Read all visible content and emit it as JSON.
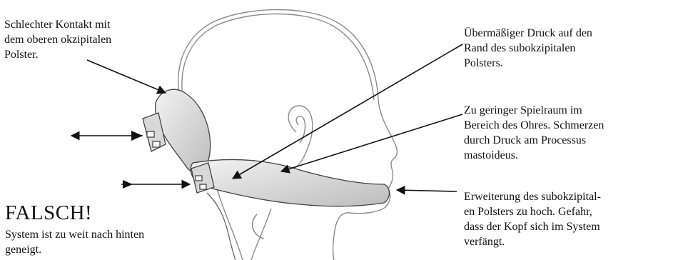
{
  "labels": {
    "poor_contact": [
      "Schlechter Kontakt mit",
      "dem oberen okzipitalen",
      "Polster."
    ],
    "pressure": [
      "Übermäßiger Druck auf den",
      "Rand des subokzipitalen",
      "Polsters."
    ],
    "clearance": [
      "Zu geringer Spielraum im",
      "Bereich des Ohres. Schmerzen",
      "durch Druck am Processus",
      "mastoideus."
    ],
    "extension": [
      "Erweiterung des subokzipital-",
      "en Polsters zu hoch. Gefahr,",
      "dass der Kopf sich im System",
      "verfängt."
    ]
  },
  "verdict": {
    "title": "FALSCH!",
    "note": [
      "System ist zu weit nach hinten",
      "geneigt."
    ]
  },
  "colors": {
    "line": "#1a1a1a",
    "pad_fill": "#e6e6e6",
    "pad_shade": "#b9b9b9",
    "head_outline": "#8a8a8a"
  },
  "icons": {
    "head": "head-profile-icon",
    "pads": "headrest-pads-icon"
  }
}
